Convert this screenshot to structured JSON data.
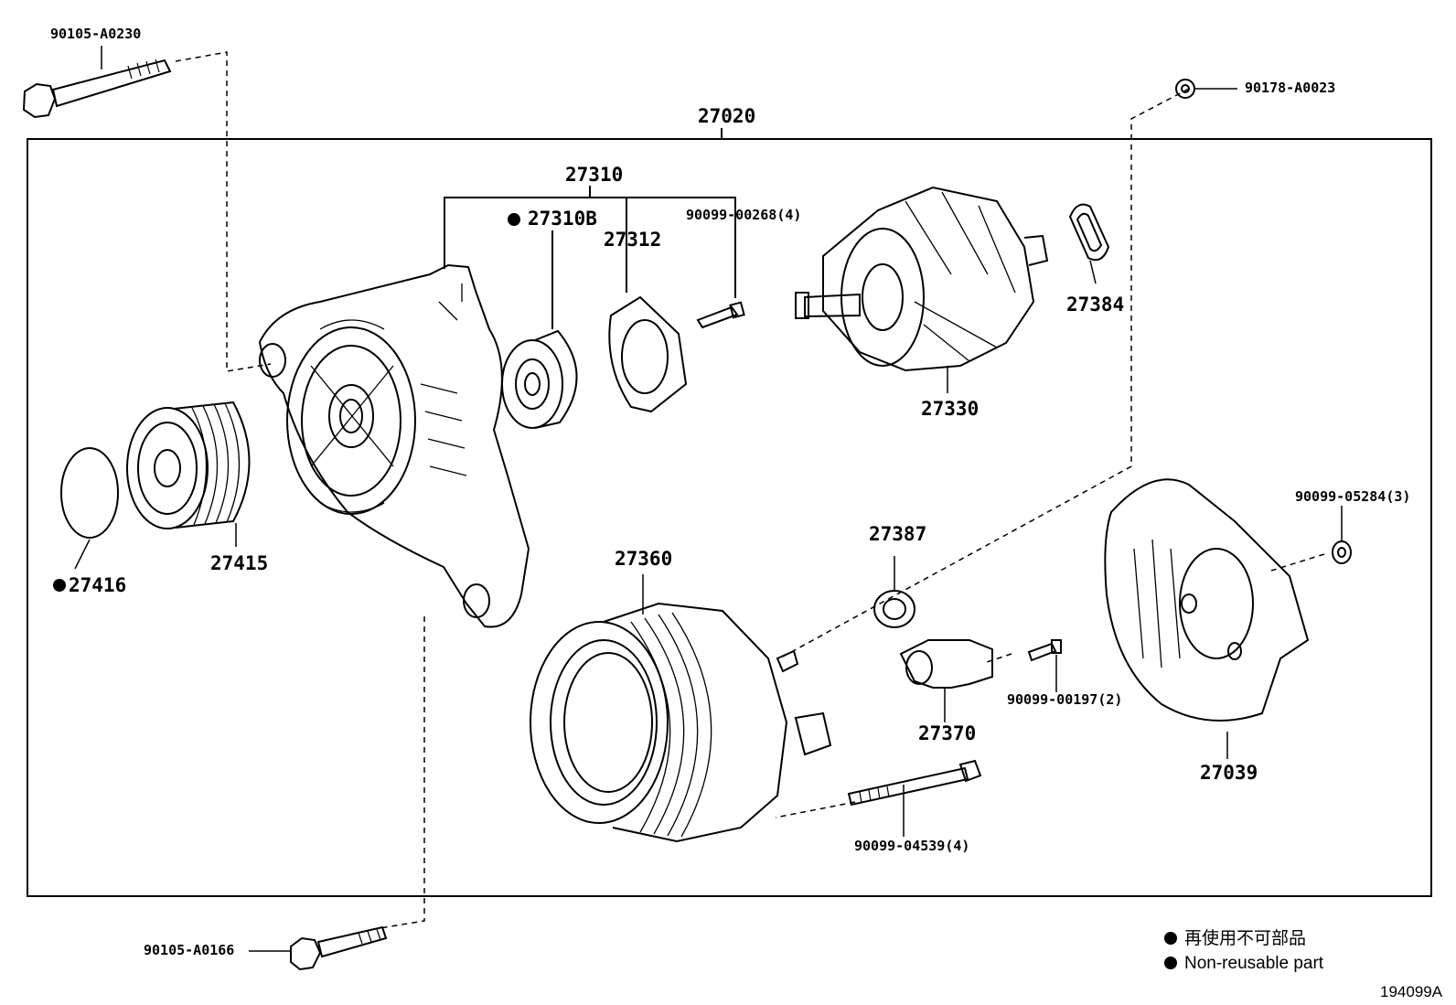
{
  "assembly": {
    "number": "27020"
  },
  "parts": {
    "bolt_top": "90105-A0230",
    "nut_top_right": "90178-A0023",
    "frame_assy": "27310",
    "bearing": "27310B",
    "retainer": "27312",
    "retainer_screw": "90099-00268(4)",
    "rotor": "27330",
    "rotor_ring": "27384",
    "pulley": "27415",
    "pulley_cap": "27416",
    "stator_frame": "27360",
    "insulator": "27387",
    "terminal_box": "27370",
    "screw_2": "90099-00197(2)",
    "through_bolt": "90099-04539(4)",
    "rear_cover": "27039",
    "cover_nut": "90099-05284(3)",
    "bolt_bottom": "90105-A0166"
  },
  "legend": {
    "japanese": "再使用不可部品",
    "english": "Non-reusable part"
  },
  "reference_code": "194099A"
}
